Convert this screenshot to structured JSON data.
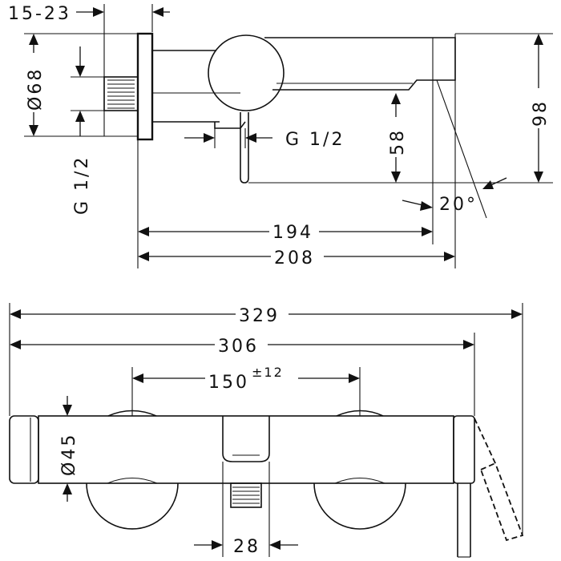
{
  "side_view": {
    "dim_wall": "15-23",
    "dim_diameter": "Ø68",
    "dim_thread_wall": "G 1/2",
    "dim_thread_outlet": "G 1/2",
    "dim_outlet_height": "58",
    "dim_total_height": "98",
    "dim_angle": "20°",
    "dim_spout_reach": "194",
    "dim_total_reach": "208"
  },
  "front_view": {
    "dim_total_width": "329",
    "dim_body_width": "306",
    "dim_centers": "150",
    "dim_centers_tolerance": "±12",
    "dim_height": "Ø45",
    "dim_outlet_width": "28"
  }
}
